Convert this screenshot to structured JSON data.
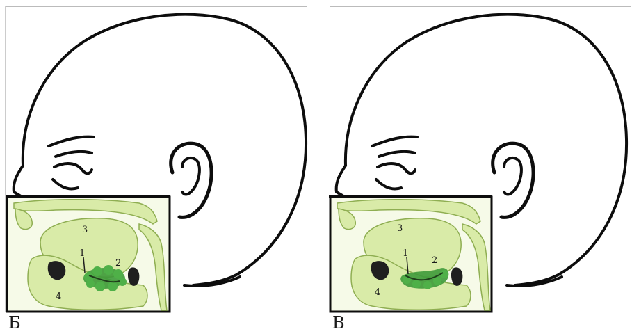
{
  "panels": [
    {
      "letter": "Б",
      "labels": {
        "n1": "1",
        "n2": "2",
        "n3": "3",
        "n4": "4"
      }
    },
    {
      "letter": "В",
      "labels": {
        "n1": "1",
        "n2": "2",
        "n3": "3",
        "n4": "4"
      }
    }
  ],
  "colors": {
    "outline": "#0d0d0d",
    "tissue": "#d9eba8",
    "tissue_edge": "#8fae52",
    "highlight": "#3e9a3a",
    "dark_spot": "#1f1f1f",
    "background": "#ffffff"
  }
}
